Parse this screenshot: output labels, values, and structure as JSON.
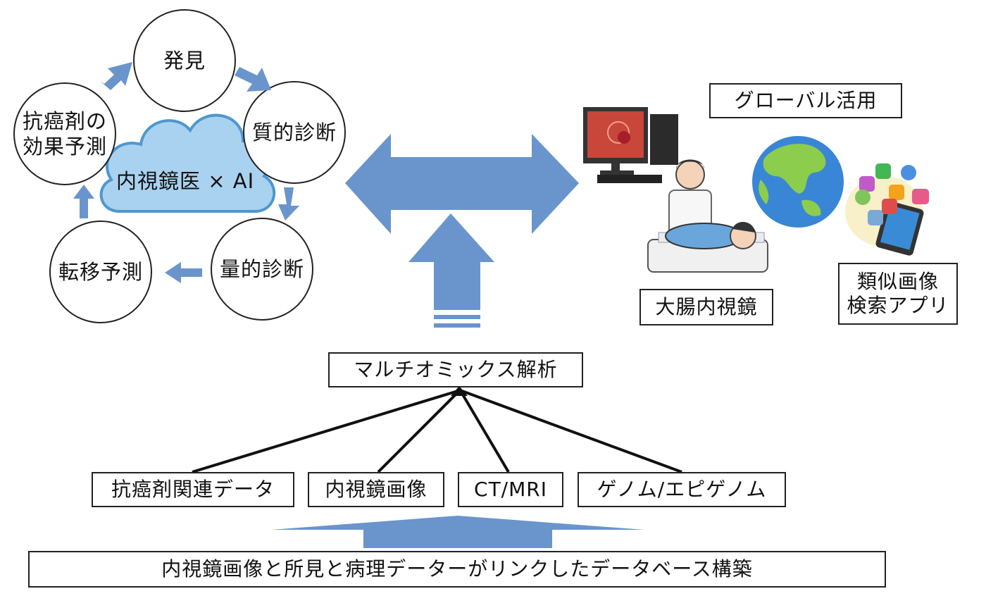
{
  "cycle": {
    "center": "内視鏡医 × AI",
    "discovery": "発見",
    "qualitative_diagnosis": "質的診断",
    "quantitative_diagnosis": "量的診断",
    "metastasis_prediction": "転移予測",
    "drug_effect_prediction": "抗癌剤の\n効果予測"
  },
  "right": {
    "global_use": "グローバル活用",
    "colonoscopy": "大腸内視鏡",
    "similar_image_app": "類似画像\n検索アプリ"
  },
  "multiomics": "マルチオミックス解析",
  "sources": [
    "抗癌剤関連データ",
    "内視鏡画像",
    "CT/MRI",
    "ゲノム/エピゲノム"
  ],
  "database": "内視鏡画像と所見と病理データーがリンクしたデータベース構築",
  "colors": {
    "arrow_blue": "#6a95cc",
    "cloud_fill": "#a9d2f0",
    "cloud_stroke": "#4f97cf"
  }
}
